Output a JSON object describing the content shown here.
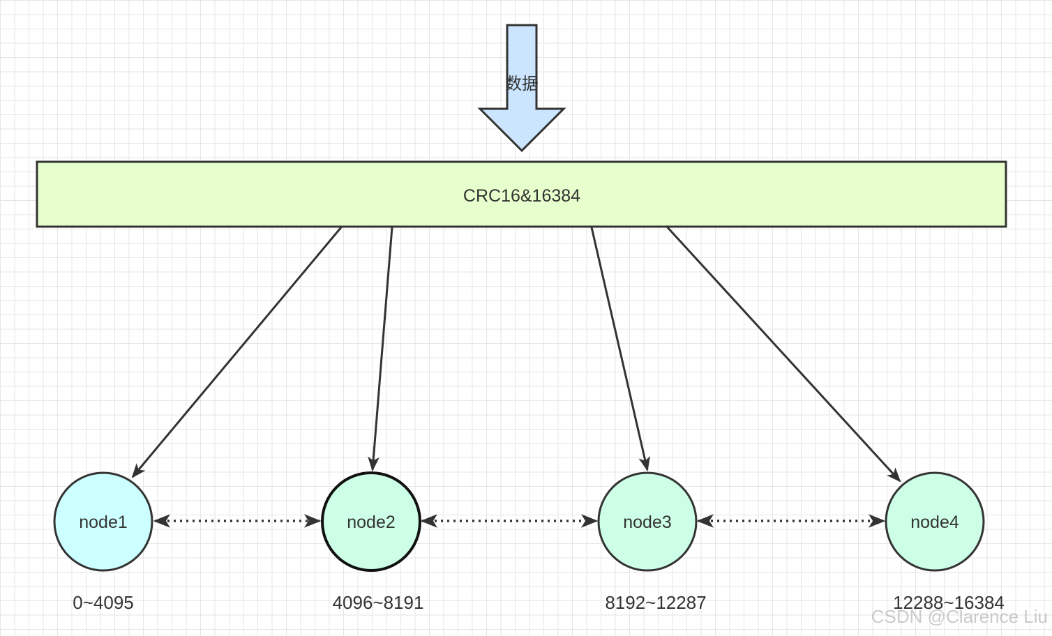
{
  "input_arrow": {
    "label": "数据",
    "fill": "#cce5ff"
  },
  "hash_box": {
    "label": "CRC16&16384",
    "fill": "#e6ffcc"
  },
  "nodes": [
    {
      "label": "node1",
      "range": "0~4095",
      "fill": "#ccffff"
    },
    {
      "label": "node2",
      "range": "4096~8191",
      "fill": "#ccffe6"
    },
    {
      "label": "node3",
      "range": "8192~12287",
      "fill": "#ccffe6"
    },
    {
      "label": "node4",
      "range": "12288~16384",
      "fill": "#ccffe6"
    }
  ],
  "watermark": "CSDN @Clarence Liu",
  "colors": {
    "stroke": "#333333",
    "grid": "#e6e6e6",
    "text": "#333333"
  }
}
